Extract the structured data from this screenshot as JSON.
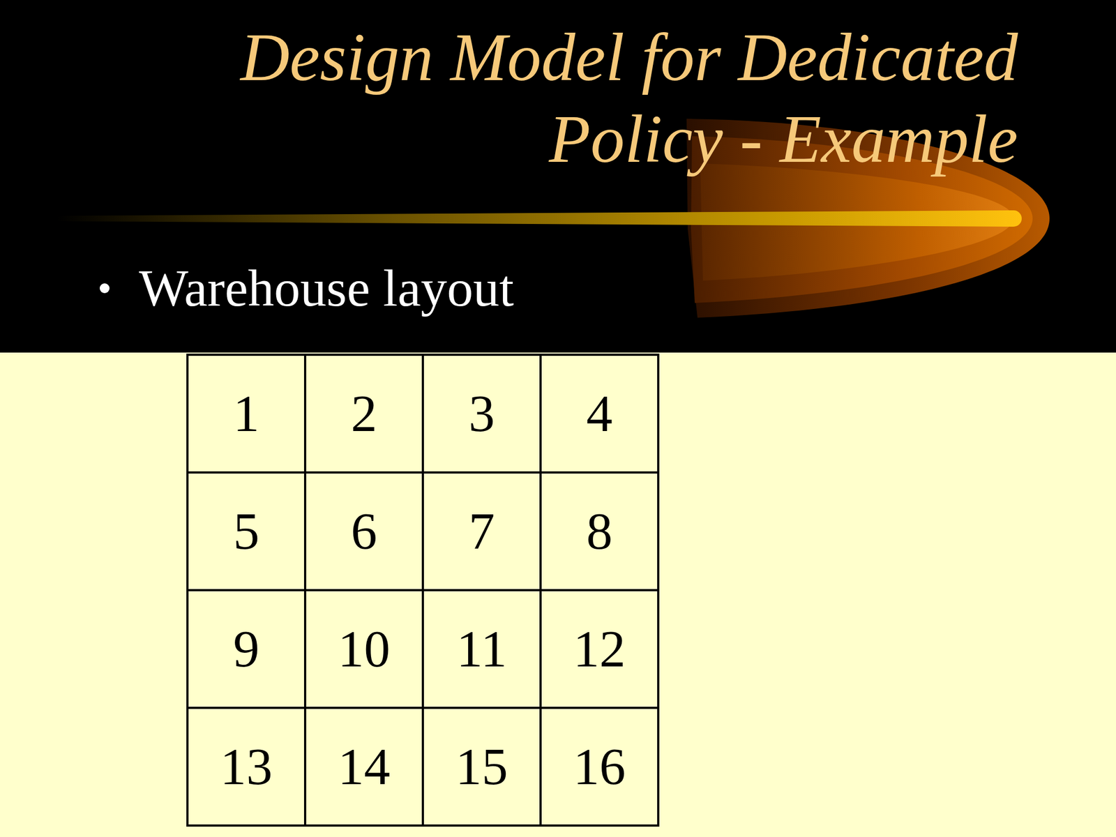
{
  "diagram": {
    "title": "Design Model for Dedicated Policy - Example",
    "nodes": [
      {
        "text": [
          "1"
        ]
      },
      {
        "text": [
          "2"
        ]
      },
      {
        "text": [
          "3"
        ]
      },
      {
        "text": [
          "4"
        ]
      },
      {
        "text": [
          "5"
        ]
      },
      {
        "text": [
          "6"
        ]
      },
      {
        "text": [
          "7"
        ]
      },
      {
        "text": [
          "8"
        ]
      },
      {
        "text": [
          "9"
        ]
      },
      {
        "text": [
          "10"
        ]
      },
      {
        "text": [
          "11"
        ]
      },
      {
        "text": [
          "12"
        ]
      },
      {
        "text": [
          "13"
        ]
      },
      {
        "text": [
          "14"
        ]
      },
      {
        "text": [
          "15"
        ]
      },
      {
        "text": [
          "16"
        ]
      }
    ],
    "labels": [
      "Warehouse layout"
    ]
  }
}
